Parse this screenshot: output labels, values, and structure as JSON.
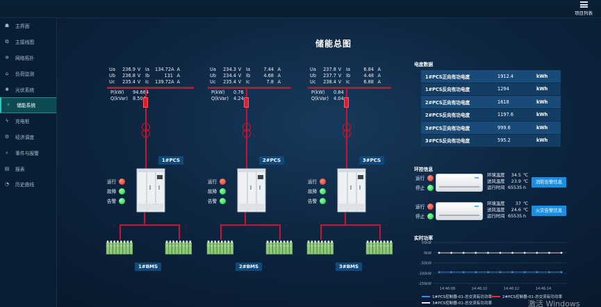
{
  "header": {
    "project_list": "项目列表"
  },
  "sidebar": {
    "items": [
      {
        "label": "主界面",
        "icon": "dashboard-icon",
        "glyph": "☗"
      },
      {
        "label": "主接线图",
        "icon": "wiring-icon",
        "glyph": "⧉"
      },
      {
        "label": "网络拓扑",
        "icon": "topology-icon",
        "glyph": "❈"
      },
      {
        "label": "负荷监测",
        "icon": "load-icon",
        "glyph": "⌂"
      },
      {
        "label": "光伏系统",
        "icon": "solar-icon",
        "glyph": "✺"
      },
      {
        "label": "储能系统",
        "icon": "battery-icon",
        "glyph": "⚡",
        "active": true
      },
      {
        "label": "充电桩",
        "icon": "charger-icon",
        "glyph": "ϟ"
      },
      {
        "label": "经济调度",
        "icon": "economy-icon",
        "glyph": "⚙"
      },
      {
        "label": "事件与报警",
        "icon": "alarm-icon",
        "glyph": "⌕"
      },
      {
        "label": "报表",
        "icon": "report-icon",
        "glyph": "▤"
      },
      {
        "label": "历史曲线",
        "icon": "history-icon",
        "glyph": "◔"
      }
    ]
  },
  "main": {
    "title": "储能总图",
    "units": [
      {
        "ua": "236.9",
        "ub": "236.8",
        "uc": "235.4",
        "ia": "134.72A",
        "ib": "131",
        "ic": "139.72A",
        "p": "94.664",
        "q": "8.504",
        "pcs_label": "1#PCS",
        "bms_label": "1#BMS"
      },
      {
        "ua": "234.3",
        "ub": "234.4",
        "uc": "235.4",
        "ia": "7.44",
        "ib": "4.68",
        "ic": "7.8",
        "p": "0.76",
        "q": "4.24",
        "pcs_label": "2#PCS",
        "bms_label": "2#BMS"
      },
      {
        "ua": "237.8",
        "ub": "237.7",
        "uc": "238.4",
        "ia": "6.84",
        "ib": "4.48",
        "ic": "6.88",
        "p": "0.84",
        "q": "4.04",
        "pcs_label": "3#PCS",
        "bms_label": "3#BMS"
      }
    ],
    "labels": {
      "ua": "Ua",
      "ub": "Ub",
      "uc": "Uc",
      "ia": "Ia",
      "ib": "Ib",
      "ic": "Ic",
      "v_unit": "V",
      "a_unit": "A",
      "p": "P(kW)",
      "q": "Q(kVar)",
      "run": "运行",
      "fault": "故障",
      "warn": "告警"
    }
  },
  "energy": {
    "title": "电度数据",
    "rows": [
      {
        "name": "1#PCS正向有功电度",
        "value": "1912.4",
        "unit": "kWh"
      },
      {
        "name": "1#PCS反向有功电度",
        "value": "1294",
        "unit": "kWh"
      },
      {
        "name": "2#PCS正向有功电度",
        "value": "1618",
        "unit": "kWh"
      },
      {
        "name": "2#PCS反向有功电度",
        "value": "1197.6",
        "unit": "kWh"
      },
      {
        "name": "3#PCS正向有功电度",
        "value": "999.6",
        "unit": "kWh"
      },
      {
        "name": "3#PCS反向有功电度",
        "value": "595.2",
        "unit": "kWh"
      }
    ]
  },
  "environment": {
    "title": "环控信息",
    "run": "运行",
    "stop": "停止",
    "units": [
      {
        "temp_label": "环境温度",
        "temp": "34.5",
        "temp_unit": "℃",
        "wind_label": "送风温度",
        "wind": "23.9",
        "wind_unit": "℃",
        "time_label": "运行时间",
        "time": "65535",
        "time_unit": "h",
        "button": "消防告警信息"
      },
      {
        "temp_label": "环境温度",
        "temp": "37",
        "temp_unit": "℃",
        "wind_label": "送风温度",
        "wind": "24.6",
        "wind_unit": "℃",
        "time_label": "运行时间",
        "time": "65535",
        "time_unit": "h",
        "button": "火灾告警信息"
      }
    ]
  },
  "power": {
    "title": "实时功率",
    "legend": [
      "1#PCS控制器-01-总交流有功功率",
      "2#PCS控制器-01-总交流有功功率",
      "3#PCS控制器-01-总交流有功功率"
    ],
    "colors": [
      "#2f8fe8",
      "#e83030",
      "#e8e8e8"
    ]
  },
  "chart_data": {
    "type": "line",
    "x": [
      "14:46:08",
      "14:46:10",
      "14:46:12",
      "14:46:14"
    ],
    "ylim": [
      -150,
      50
    ],
    "yticks": [
      "50kW",
      "0kW",
      "-50kW",
      "-100kW",
      "-150kW"
    ],
    "series": [
      {
        "name": "1#PCS控制器-01-总交流有功功率",
        "values": [
          -95,
          -95,
          -95,
          -95,
          -95,
          -95,
          -95,
          -95,
          -95,
          -95,
          -95
        ]
      },
      {
        "name": "2#PCS控制器-01-总交流有功功率",
        "values": [
          -1,
          -1,
          -1,
          -1,
          -1,
          -1,
          -1,
          -1,
          -1,
          -1,
          -1
        ]
      },
      {
        "name": "3#PCS控制器-01-总交流有功功率",
        "values": [
          -1,
          -1,
          -1,
          -1,
          -1,
          -1,
          -1,
          -1,
          -1,
          -1,
          -1
        ]
      }
    ],
    "grid": true
  },
  "watermark": "激活 Windows"
}
